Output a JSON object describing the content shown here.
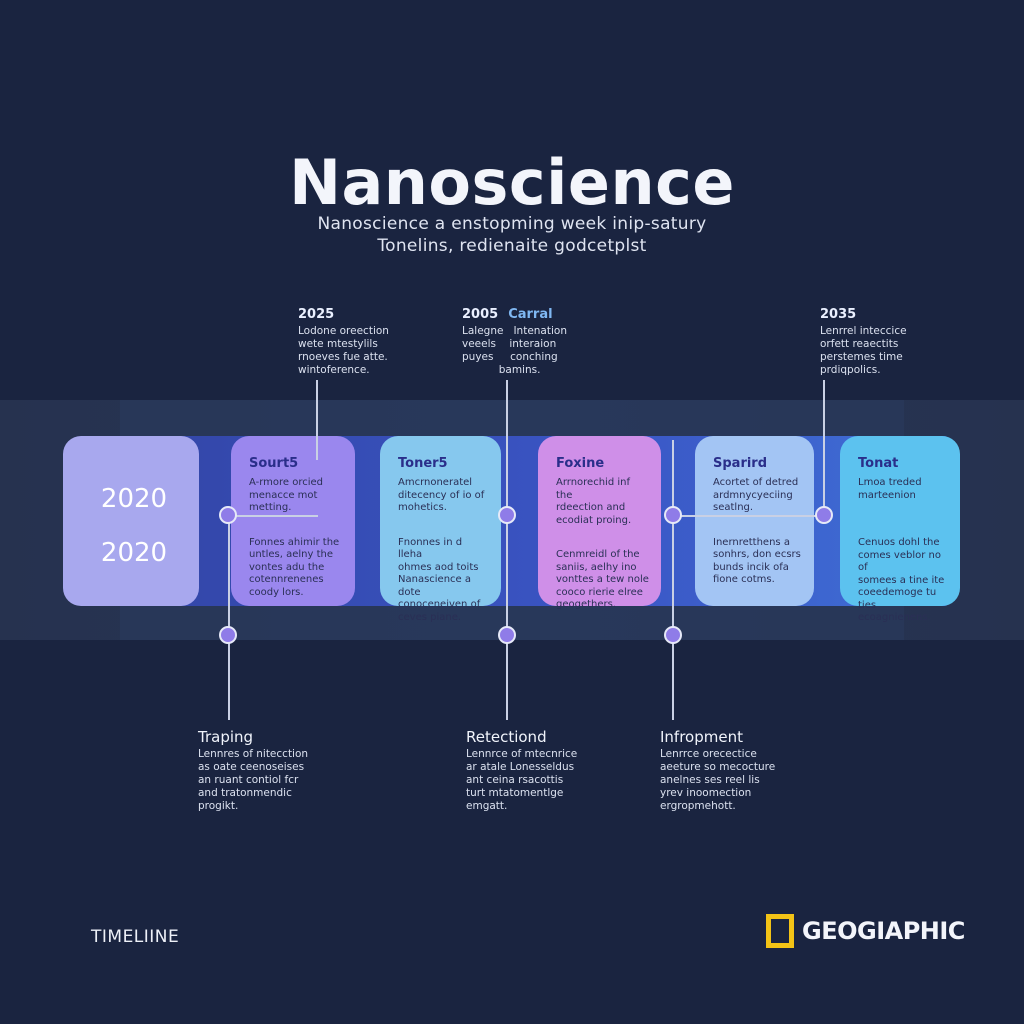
{
  "header": {
    "title": "Nanoscience",
    "subtitle_line1": "Nanoscience a enstopming week inip-satury",
    "subtitle_line2": "Tonelins, redienaite godcetplst"
  },
  "top_notes": [
    {
      "year": "2025",
      "accent": "",
      "lines": [
        "Lodone oreection",
        "wete mtestylils",
        "rnoeves fue atte.",
        "wintoference."
      ]
    },
    {
      "year": "2005",
      "accent": "Carral",
      "lines": [
        "Lalegne   Intenation",
        "veeels    interaion",
        "puyes     conching",
        "           bamins."
      ]
    },
    {
      "year": "2035",
      "accent": "",
      "lines": [
        "Lenrrel inteccice",
        "orfett reaectits",
        "perstemes time",
        "prdiqpolics."
      ]
    }
  ],
  "year_card": {
    "year_a": "2020",
    "year_b": "2020"
  },
  "cards": [
    {
      "title": "Sourt5",
      "p1": [
        "A-rmore orcied",
        "menacce mot",
        "metting."
      ],
      "p2": [
        "Fonnes ahimir the",
        "untles, aelny the",
        "vontes adu the",
        "cotennrenenes",
        "coody lors."
      ]
    },
    {
      "title": "Toner5",
      "p1": [
        "Amcrnoneratel",
        "ditecency of io of",
        "mohetics."
      ],
      "p2": [
        "Fnonnes in d lleha",
        "ohmes aod toits",
        "Nanascience a dote",
        "conoceneiven of",
        "ceves piane."
      ]
    },
    {
      "title": "Foxine",
      "p1": [
        "Arrnorechid inf the",
        "rdeection and",
        "ecodiat proing."
      ],
      "p2": [
        "Cenmreidl of the",
        "saniis, aelhy ino",
        "vonttes a tew nole",
        "cooco rierie elree",
        "geogethers."
      ]
    },
    {
      "title": "Sparird",
      "p1": [
        "Acortet of detred",
        "ardmnycyeciing",
        "seatlng."
      ],
      "p2": [
        "Inernretthens a",
        "sonhrs, don ecsrs",
        "bunds incik ofa",
        "fione cotms."
      ]
    },
    {
      "title": "Tonat",
      "p1": [
        "Lmoa treded",
        "marteenion"
      ],
      "p2": [
        "Cenuos dohl the",
        "comes veblor no of",
        "somees a tine ite",
        "coeedemoge tu ties",
        "ecoagnienens."
      ]
    }
  ],
  "bottom_notes": [
    {
      "title": "Traping",
      "lines": [
        "Lennres of nitecction",
        "as oate ceenoseises",
        "an ruant contiol fcr",
        "and tratonmendic",
        "progikt."
      ]
    },
    {
      "title": "Retectiond",
      "lines": [
        "Lennrce of mtecnrice",
        "ar atale Lonesseldus",
        "ant ceina rsacottis",
        "turt mtatomentlge",
        "emgatt."
      ]
    },
    {
      "title": "Infropment",
      "lines": [
        "Lenrrce orecectice",
        "aeeture so mecocture",
        "anelnes ses reel lis",
        "yrev inoomection",
        "ergropmehott."
      ]
    }
  ],
  "footer": {
    "left_label": "TIMELIINE",
    "logo_text": "GEOGIAPHIC"
  },
  "colors": {
    "background": "#1a2440",
    "logo_accent": "#f3c316",
    "dot": "#8f7ce8"
  }
}
